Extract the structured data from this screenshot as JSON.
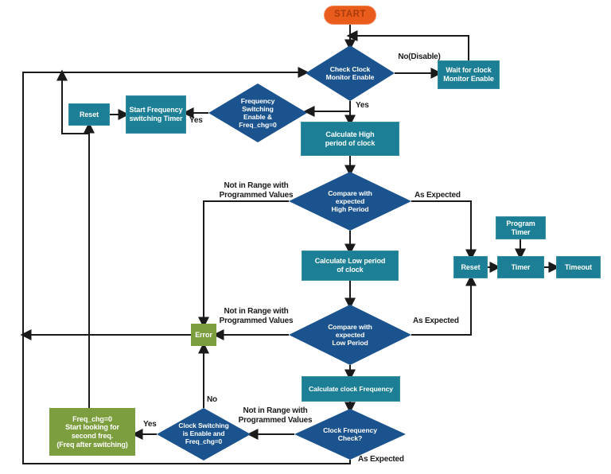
{
  "page": {
    "title": "Clock Monitor Flowchart"
  },
  "colors": {
    "decision_fill": "#1b538e",
    "process_fill": "#1c7f96",
    "alert_fill": "#7c9e3f",
    "start_fill": "#e95c1c",
    "start_text": "#a93c0c",
    "node_text": "#ffffff",
    "connector": "#1a1a1a",
    "edge_label_text": "#1a1a1a",
    "background": "#ffffff"
  },
  "nodes": {
    "start": "START",
    "check_clock": "Check Clock\nMonitor Enable",
    "wait_clock": "Wait for clock\nMonitor Enable",
    "reset_left": "Reset",
    "start_freq_timer": "Start Frequency\nswitching Timer",
    "freq_switching": "Frequency\nSwitching\nEnable &\nFreq_chg=0",
    "calc_high": "Calculate High\nperiod of clock",
    "compare_high": "Compare with\nexpected\nHigh Period",
    "calc_low": "Calculate Low period\nof clock",
    "program_timer": "Program\nTimer",
    "reset_right": "Reset",
    "timer": "Timer",
    "timeout": "Timeout",
    "compare_low": "Compare with\nexpected\nLow Period",
    "error": "Error",
    "calc_freq": "Calculate clock Frequency",
    "clock_freq_check": "Clock Frequency\nCheck?",
    "clock_switching": "Clock Switching\nis Enable and\nFreq_chg=0",
    "freq_chg": "Freq_chg=0\nStart looking for\nsecond freq.\n(Freq after switching)"
  },
  "edge_labels": {
    "no_disable": "No(Disable)",
    "yes_check": "Yes",
    "yes_freq": "Yes",
    "not_in_range_high": "Not in Range with\nProgrammed Values",
    "as_expected_high": "As Expected",
    "not_in_range_low": "Not in Range with\nProgrammed Values",
    "as_expected_low": "As Expected",
    "not_in_range_freq": "Not in Range with\nProgrammed Values",
    "no_switching": "No",
    "yes_switching": "Yes",
    "as_expected_freq": "As Expected"
  }
}
